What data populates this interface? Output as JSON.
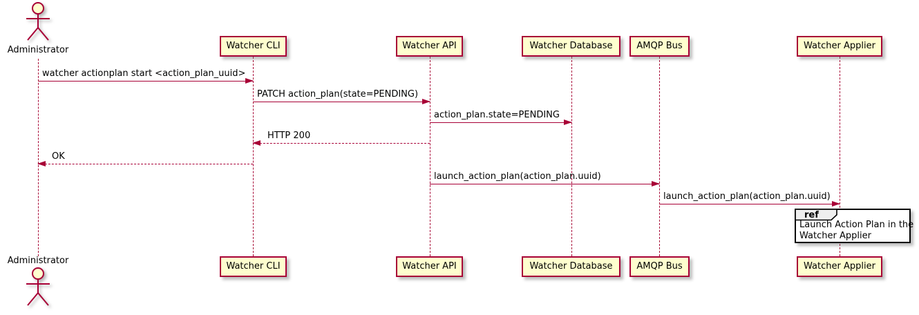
{
  "diagram": {
    "kind": "sequence-diagram",
    "tool_style": "plantuml"
  },
  "colors": {
    "participant_fill": "#FEFECE",
    "participant_border": "#A80036",
    "arrow": "#A80036",
    "lifeline": "#A80036",
    "text": "#000000",
    "ref_border": "#000000",
    "ref_header_fill": "#EEEEEE",
    "background": "#FFFFFF"
  },
  "actor": {
    "name": "Administrator"
  },
  "participants": [
    {
      "name": "Watcher CLI"
    },
    {
      "name": "Watcher API"
    },
    {
      "name": "Watcher Database"
    },
    {
      "name": "AMQP Bus"
    },
    {
      "name": "Watcher Applier"
    }
  ],
  "messages": [
    {
      "label": "watcher actionplan start <action_plan_uuid>",
      "from": "Administrator",
      "to": "Watcher CLI",
      "style": "solid"
    },
    {
      "label": "PATCH action_plan(state=PENDING)",
      "from": "Watcher CLI",
      "to": "Watcher API",
      "style": "solid"
    },
    {
      "label": "action_plan.state=PENDING",
      "from": "Watcher API",
      "to": "Watcher Database",
      "style": "solid"
    },
    {
      "label": "HTTP 200",
      "from": "Watcher API",
      "to": "Watcher CLI",
      "style": "dashed"
    },
    {
      "label": "OK",
      "from": "Watcher CLI",
      "to": "Administrator",
      "style": "dashed"
    },
    {
      "label": "launch_action_plan(action_plan.uuid)",
      "from": "Watcher API",
      "to": "AMQP Bus",
      "style": "solid"
    },
    {
      "label": "launch_action_plan(action_plan.uuid)",
      "from": "AMQP Bus",
      "to": "Watcher Applier",
      "style": "solid"
    }
  ],
  "ref": {
    "keyword": "ref",
    "line1": "Launch Action Plan in the",
    "line2": "Watcher Applier"
  }
}
